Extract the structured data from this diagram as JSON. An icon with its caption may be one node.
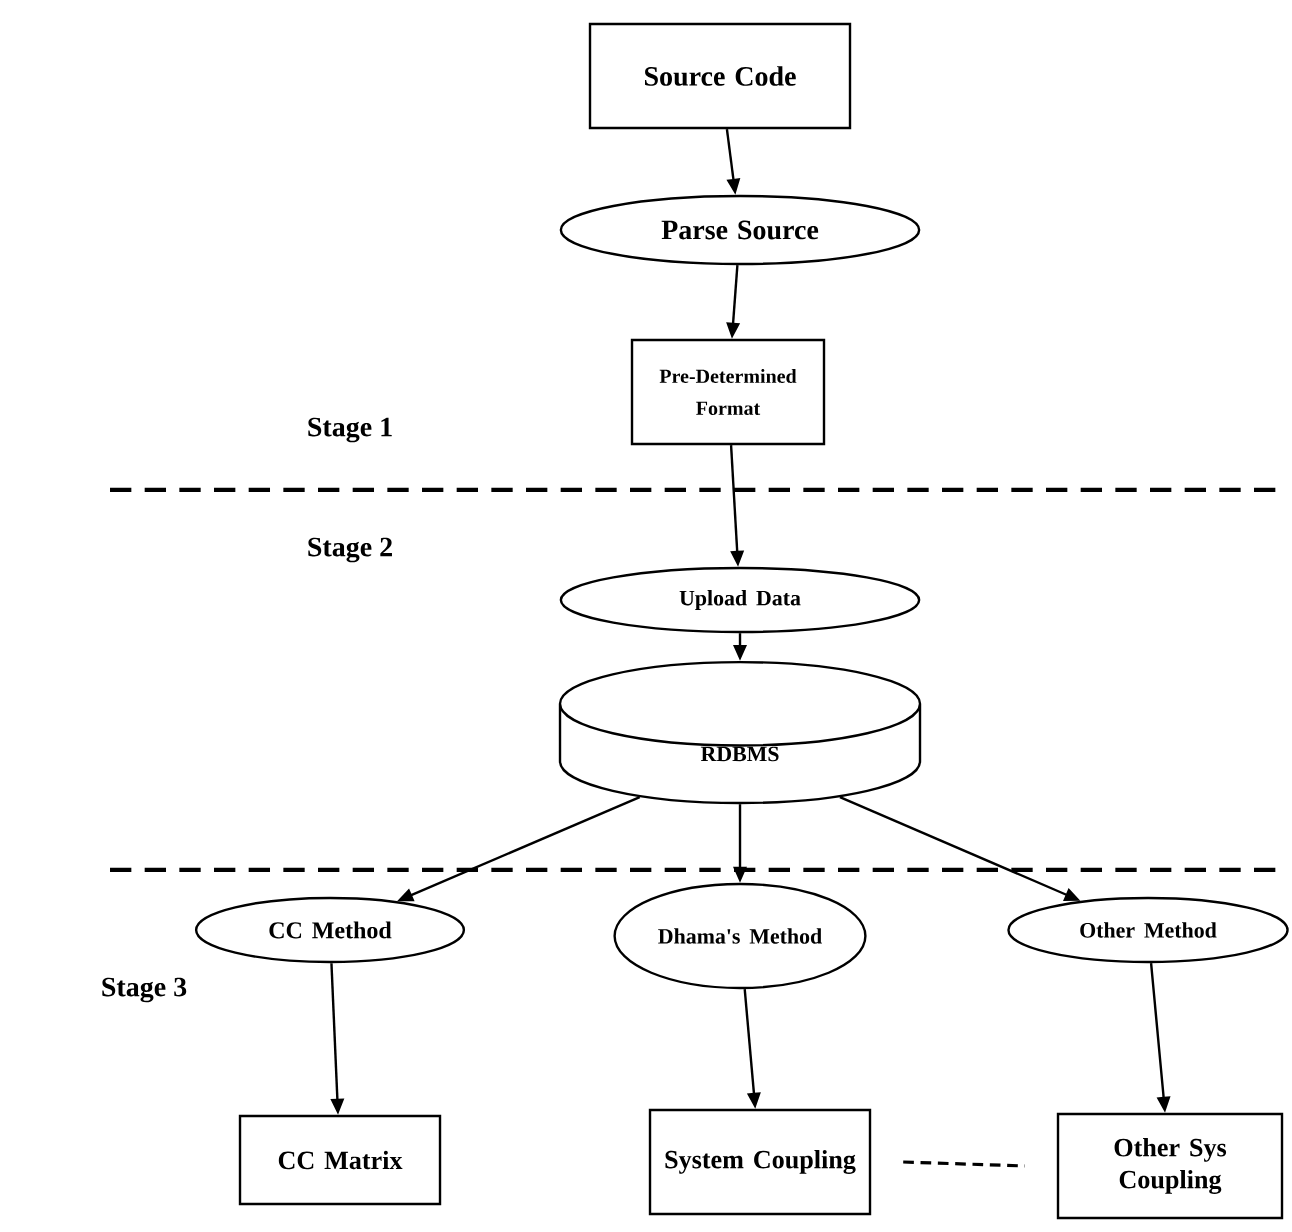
{
  "diagram": {
    "nodes": [
      {
        "text": [
          "Source Code"
        ]
      },
      {
        "text": [
          "Parse Source"
        ]
      },
      {
        "text": [
          "Pre-Determined Format"
        ]
      },
      {
        "text": [
          "Upload Data"
        ]
      },
      {
        "text": [
          "RDBMS"
        ]
      },
      {
        "text": [
          "CC Method"
        ]
      },
      {
        "text": [
          "Dhama's Method"
        ]
      },
      {
        "text": [
          "Other Method"
        ]
      },
      {
        "text": [
          "CC Matrix"
        ]
      },
      {
        "text": [
          "System Coupling"
        ]
      },
      {
        "text": [
          "Other Sys Coupling"
        ]
      }
    ],
    "edges": [
      {
        "from": 0,
        "to": 1,
        "arrow": "to"
      },
      {
        "from": 1,
        "to": 2,
        "arrow": "to"
      },
      {
        "from": 2,
        "to": 3,
        "arrow": "to"
      },
      {
        "from": 3,
        "to": 4,
        "arrow": "to"
      },
      {
        "from": 4,
        "to": 5,
        "arrow": "to"
      },
      {
        "from": 4,
        "to": 6,
        "arrow": "to"
      },
      {
        "from": 4,
        "to": 7,
        "arrow": "to"
      },
      {
        "from": 5,
        "to": 8,
        "arrow": "to"
      },
      {
        "from": 6,
        "to": 9,
        "arrow": "to"
      },
      {
        "from": 7,
        "to": 10,
        "arrow": "to"
      },
      {
        "from": 9,
        "to": 10,
        "arrow": "none",
        "style": "dashed"
      }
    ],
    "labels": [
      "Stage 1",
      "Stage 2",
      "Stage 3"
    ]
  }
}
